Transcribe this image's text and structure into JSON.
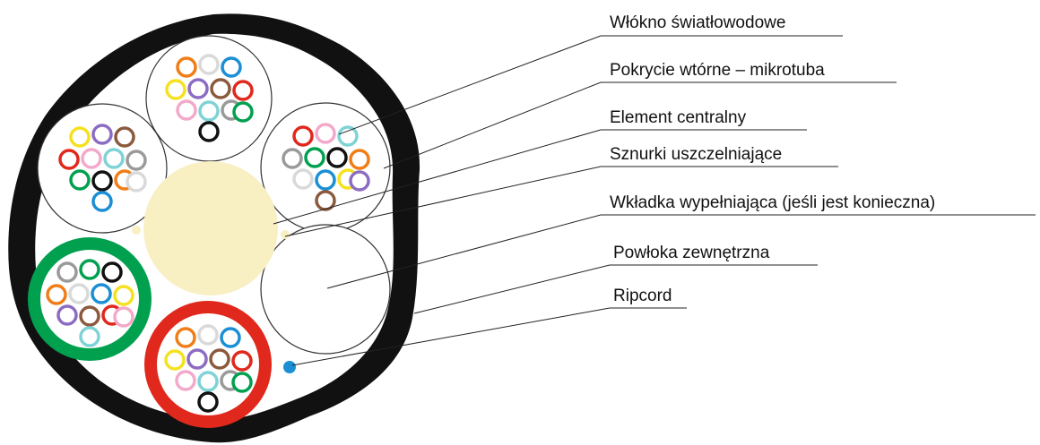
{
  "labels": [
    "Włókno światłowodowe",
    "Pokrycie wtórne – mikrotuba",
    "Element centralny",
    "Sznurki uszczelniające",
    "Wkładka wypełniająca (jeśli jest konieczna)",
    "Powłoka zewnętrzna",
    "Ripcord"
  ],
  "colors": {
    "outer_sheath": "#111111",
    "central_element": "#f8efc3",
    "ripcord": "#1a8fd4",
    "green_tube": "#00a04f",
    "red_tube": "#e0281c",
    "line": "#222222"
  },
  "fiber_colors": [
    "#f07d16",
    "#d9d9d9",
    "#1a8fd4",
    "#f5e11e",
    "#8c6cc2",
    "#8b5a3c",
    "#e0281c",
    "#f3a9c9",
    "#7fd3d6",
    "#9a9a9a",
    "#00a04f",
    "#111111"
  ]
}
